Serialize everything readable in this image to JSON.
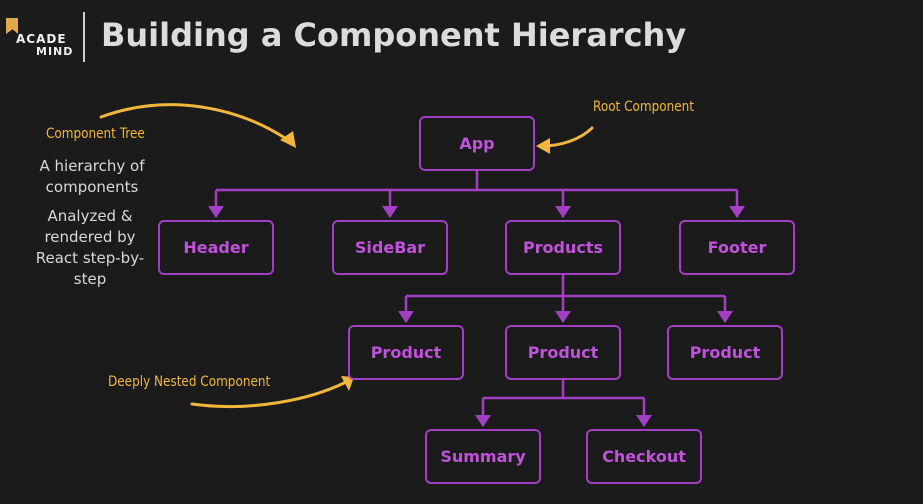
{
  "logo": {
    "line1": "ACADE",
    "line2": "MIND"
  },
  "title": "Building a Component Hierarchy",
  "annotations": {
    "component_tree": "Component Tree",
    "root_component": "Root Component",
    "deeply_nested": "Deeply Nested Component"
  },
  "side_text": {
    "para1": "A hierarchy of components",
    "para2": "Analyzed & rendered by React step-by-step"
  },
  "nodes": {
    "app": "App",
    "header": "Header",
    "sidebar": "SideBar",
    "products": "Products",
    "footer": "Footer",
    "product1": "Product",
    "product2": "Product",
    "product3": "Product",
    "summary": "Summary",
    "checkout": "Checkout"
  },
  "colors": {
    "background": "#1b1b1c",
    "node_border": "#a33fc4",
    "node_text": "#c052dc",
    "annotation": "#f2b73a"
  }
}
